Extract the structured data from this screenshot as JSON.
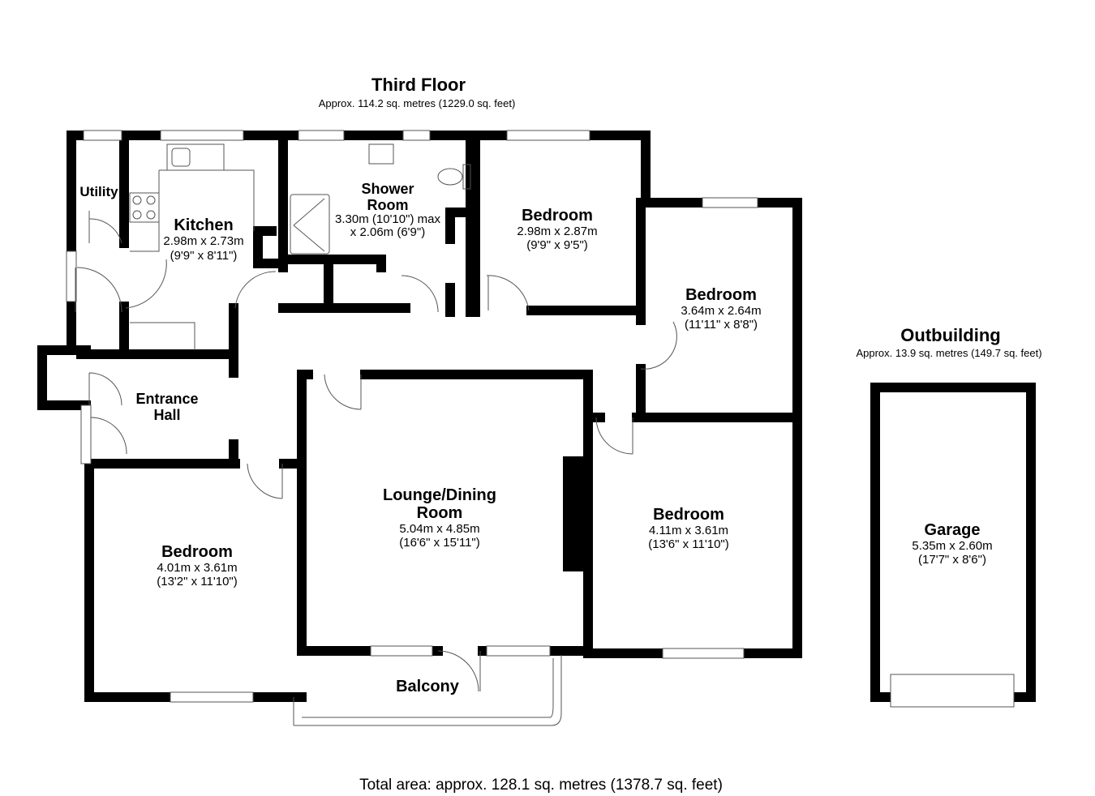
{
  "floor": {
    "title": "Third Floor",
    "area": "Approx. 114.2 sq. metres (1229.0 sq. feet)"
  },
  "outbuilding": {
    "title": "Outbuilding",
    "area": "Approx. 13.9 sq. metres (149.7 sq. feet)"
  },
  "total": "Total area: approx. 128.1 sq. metres (1378.7 sq. feet)",
  "rooms": {
    "utility": {
      "name": "Utility"
    },
    "kitchen": {
      "name": "Kitchen",
      "metric": "2.98m x 2.73m",
      "imperial": "(9'9\" x 8'11\")"
    },
    "shower": {
      "name1": "Shower",
      "name2": "Room",
      "metric": "3.30m (10'10\") max",
      "imperial": "x 2.06m (6'9\")"
    },
    "bedroom_top": {
      "name": "Bedroom",
      "metric": "2.98m x 2.87m",
      "imperial": "(9'9\" x 9'5\")"
    },
    "bedroom_right": {
      "name": "Bedroom",
      "metric": "3.64m x 2.64m",
      "imperial": "(11'11\" x 8'8\")"
    },
    "entrance": {
      "name1": "Entrance",
      "name2": "Hall"
    },
    "lounge": {
      "name1": "Lounge/Dining",
      "name2": "Room",
      "metric": "5.04m x 4.85m",
      "imperial": "(16'6\" x 15'11\")"
    },
    "bedroom_mid": {
      "name": "Bedroom",
      "metric": "4.11m x 3.61m",
      "imperial": "(13'6\" x 11'10\")"
    },
    "bedroom_left": {
      "name": "Bedroom",
      "metric": "4.01m x 3.61m",
      "imperial": "(13'2\" x 11'10\")"
    },
    "balcony": {
      "name": "Balcony"
    },
    "garage": {
      "name": "Garage",
      "metric": "5.35m x 2.60m",
      "imperial": "(17'7\" x 8'6\")"
    }
  }
}
